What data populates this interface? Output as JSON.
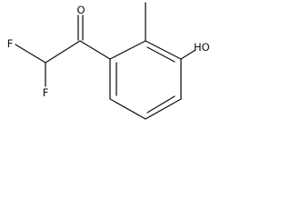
{
  "molecule": {
    "atom_labels": {
      "carbonyl_oxygen": "O",
      "fluorine_top": "F",
      "fluorine_bottom": "F",
      "hydroxyl": "HO"
    },
    "colors": {
      "bond": "#111111",
      "label": "#111111",
      "background": "#ffffff"
    }
  }
}
